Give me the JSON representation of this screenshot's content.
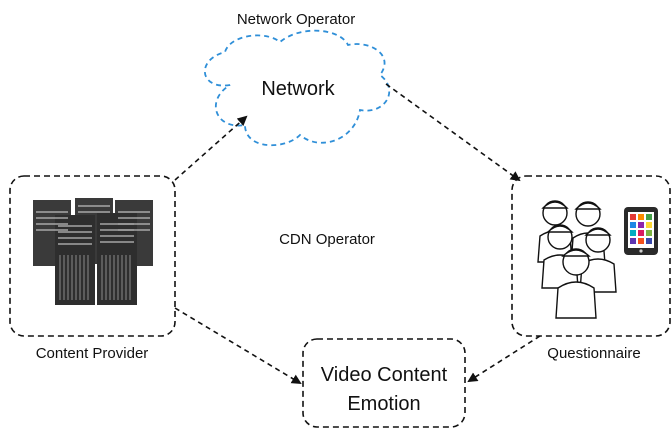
{
  "labels": {
    "network_operator": "Network Operator",
    "network": "Network",
    "cdn_operator": "CDN Operator",
    "content_provider": "Content Provider",
    "questionnaire": "Questionnaire",
    "video_line1": "Video Content",
    "video_line2": "Emotion"
  },
  "colors": {
    "cloud_outline": "#2f8fd8",
    "edge": "#111111",
    "server_dark": "#3a3a3a",
    "server_light": "#bdbdbd"
  },
  "icons": {
    "content_provider": "server-rack-icon",
    "questionnaire_people": "people-group-icon",
    "questionnaire_device": "tablet-icon"
  }
}
